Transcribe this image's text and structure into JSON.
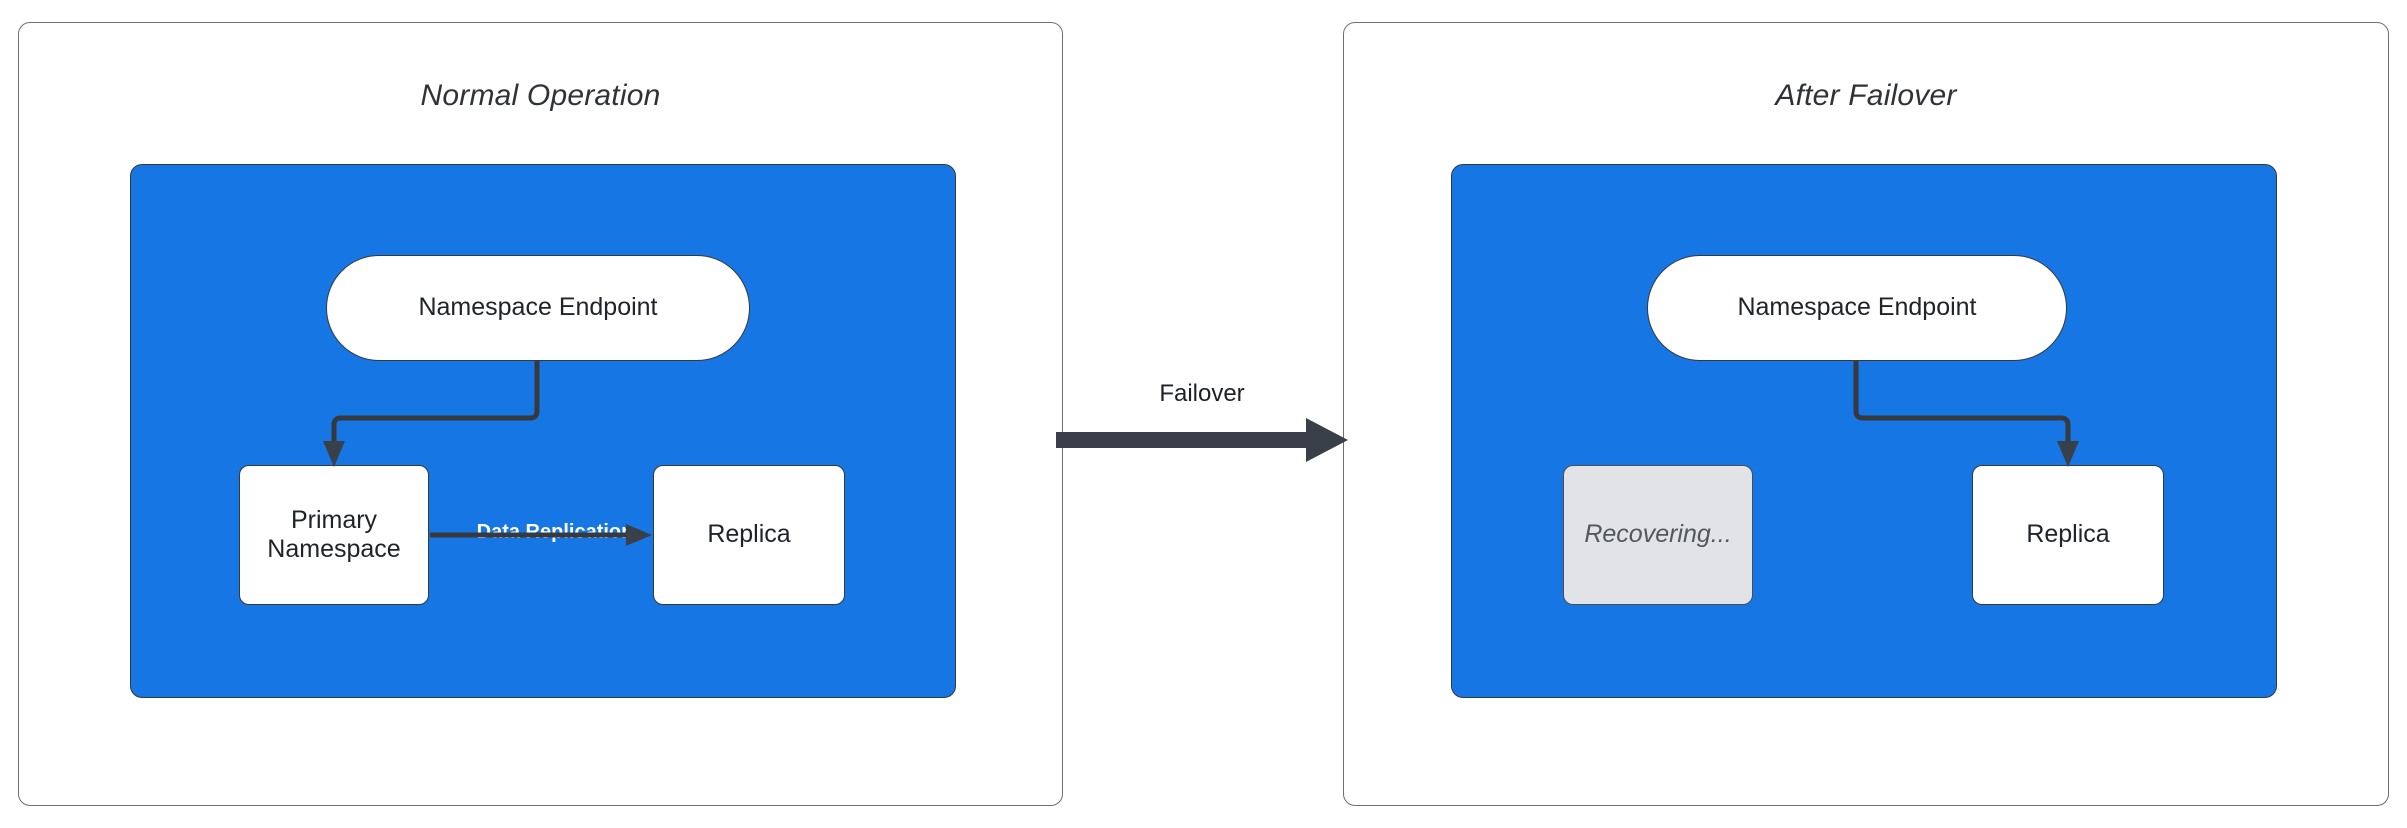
{
  "diagram": {
    "title_visible": false,
    "background_color": "#ffffff",
    "accent_blue": "#1676e3",
    "stroke_color": "#36393d",
    "dim_fill": "#e1e3e6",
    "dim_text_color": "#53585e"
  },
  "panels": [
    {
      "id": "normal-operation",
      "title": "Normal Operation",
      "container_label": "",
      "nodes": [
        {
          "id": "endpoint",
          "label": "Namespace Endpoint",
          "shape": "pill",
          "state": "active"
        },
        {
          "id": "primary",
          "label": "Primary\nNamespace",
          "line1": "Primary",
          "line2": "Namespace",
          "shape": "rect",
          "state": "active"
        },
        {
          "id": "replica",
          "label": "Replica",
          "shape": "rect",
          "state": "active"
        }
      ],
      "edges": [
        {
          "from": "endpoint",
          "to": "primary",
          "label": "",
          "style": "elbow"
        },
        {
          "from": "primary",
          "to": "replica",
          "label": "Data Replication",
          "style": "straight"
        }
      ]
    },
    {
      "id": "after-failover",
      "title": "After Failover",
      "container_label": "",
      "nodes": [
        {
          "id": "endpoint",
          "label": "Namespace Endpoint",
          "shape": "pill",
          "state": "active"
        },
        {
          "id": "recovering",
          "label": "Recovering...",
          "shape": "rect",
          "state": "dimmed"
        },
        {
          "id": "replica",
          "label": "Replica",
          "shape": "rect",
          "state": "active"
        }
      ],
      "edges": [
        {
          "from": "endpoint",
          "to": "replica",
          "label": "",
          "style": "elbow"
        }
      ]
    }
  ],
  "transition": {
    "label": "Failover",
    "direction": "left-to-right",
    "arrow_color": "#3a4049"
  }
}
